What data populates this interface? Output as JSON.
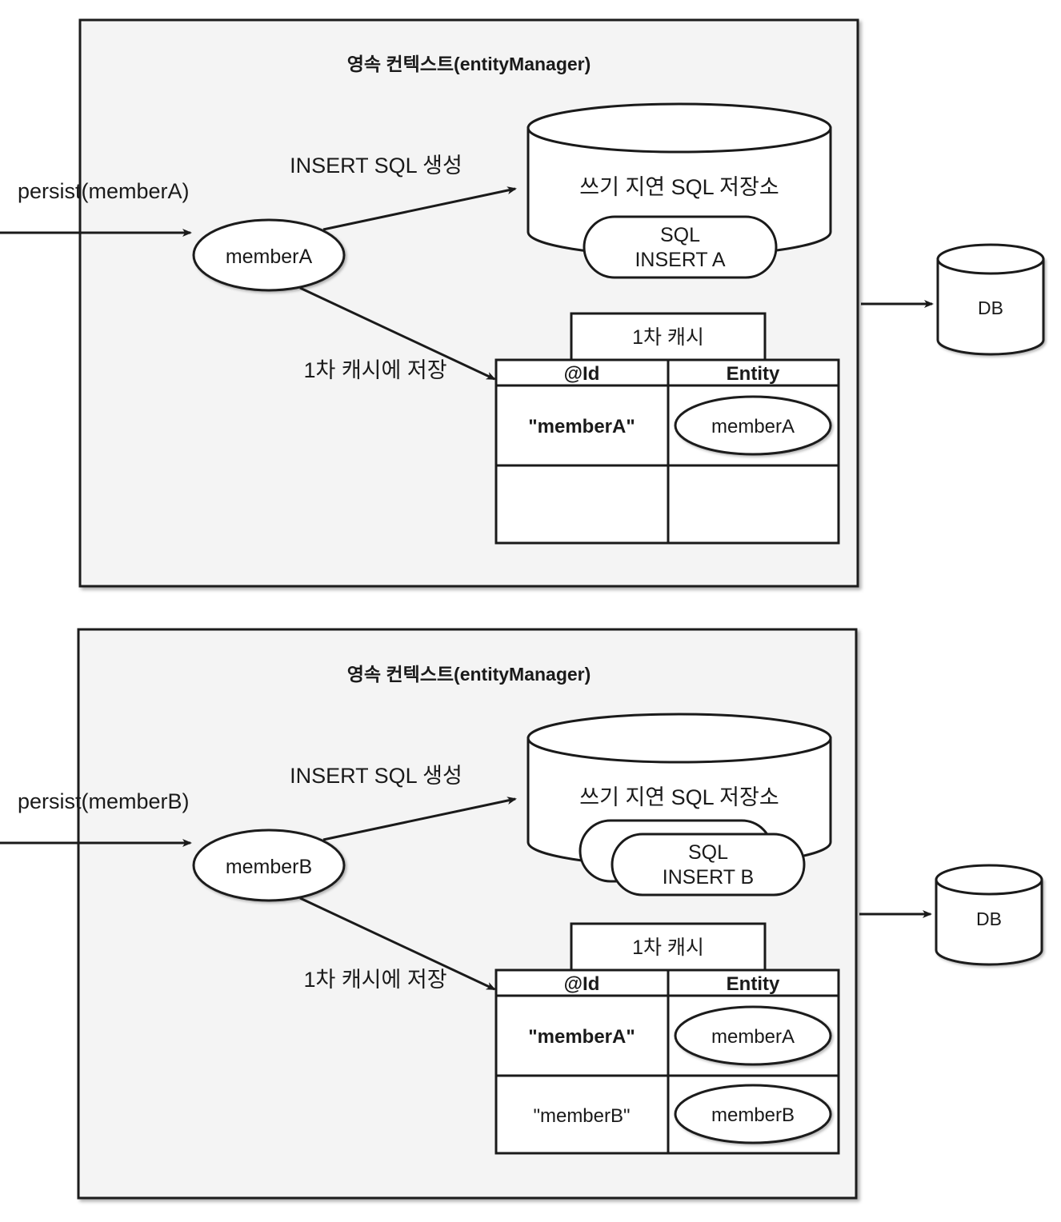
{
  "diagram": {
    "type": "jpa-persistence-context-flow",
    "background_color": "#ffffff",
    "panel_fill": "#f4f4f4",
    "stroke_color": "#1a1a1a"
  },
  "panels": [
    {
      "id": "panel-a",
      "title": "영속 컨텍스트(entityManager)",
      "entry_label": "persist(memberA)",
      "entity_node": "memberA",
      "edge_sql_label": "INSERT SQL 생성",
      "edge_cache_label": "1차 캐시에 저장",
      "store": {
        "name": "쓰기 지연 SQL 저장소",
        "sql_items": [
          {
            "line1": "SQL",
            "line2": "INSERT A"
          }
        ]
      },
      "cache": {
        "title": "1차 캐시",
        "columns": [
          "@Id",
          "Entity"
        ],
        "rows": [
          {
            "id": "\"memberA\"",
            "entity": "memberA",
            "bold": true
          },
          {
            "id": "",
            "entity": "",
            "bold": false
          }
        ]
      },
      "db_label": "DB"
    },
    {
      "id": "panel-b",
      "title": "영속 컨텍스트(entityManager)",
      "entry_label": "persist(memberB)",
      "entity_node": "memberB",
      "edge_sql_label": "INSERT SQL 생성",
      "edge_cache_label": "1차 캐시에 저장",
      "store": {
        "name": "쓰기 지연 SQL 저장소",
        "sql_items": [
          {
            "line1": "",
            "line2": ""
          },
          {
            "line1": "SQL",
            "line2": "INSERT B"
          }
        ]
      },
      "cache": {
        "title": "1차 캐시",
        "columns": [
          "@Id",
          "Entity"
        ],
        "rows": [
          {
            "id": "\"memberA\"",
            "entity": "memberA",
            "bold": true
          },
          {
            "id": "\"memberB\"",
            "entity": "memberB",
            "bold": false
          }
        ]
      },
      "db_label": "DB"
    }
  ]
}
